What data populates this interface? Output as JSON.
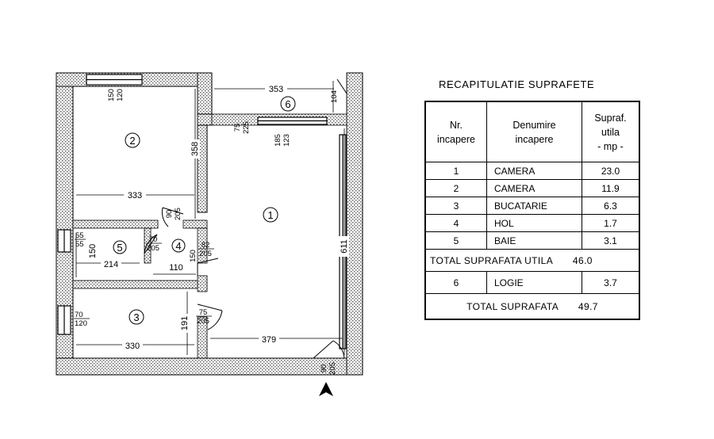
{
  "plan": {
    "dims": {
      "d353": "353",
      "d104": "104",
      "d75_225": [
        "75",
        "225"
      ],
      "d185_123": [
        "185",
        "123"
      ],
      "d150_120": [
        "150",
        "120"
      ],
      "d358": "358",
      "d333": "333",
      "d90_205_top": [
        "90",
        "205"
      ],
      "d611": "611",
      "d55_55": [
        "55",
        "55"
      ],
      "d150": "150",
      "d214": "214",
      "d70_205": [
        "70",
        "205"
      ],
      "d82_205": [
        "82",
        "205"
      ],
      "d110": "110",
      "d150_v": "150",
      "d70_120": [
        "70",
        "120"
      ],
      "d191": "191",
      "d75_205": [
        "75",
        "205"
      ],
      "d330": "330",
      "d379": "379",
      "d90_205_entry": [
        "90",
        "205"
      ]
    },
    "rooms": [
      "1",
      "2",
      "3",
      "4",
      "5",
      "6"
    ]
  },
  "summary": {
    "title": "RECAPITULATIE SUPRAFETE",
    "headers": {
      "nr": [
        "Nr.",
        "incapere"
      ],
      "name": [
        "Denumire",
        "incapere"
      ],
      "area": [
        "Supraf.",
        "utila",
        "- mp -"
      ]
    },
    "rows": [
      {
        "nr": "1",
        "name": "CAMERA",
        "area": "23.0"
      },
      {
        "nr": "2",
        "name": "CAMERA",
        "area": "11.9"
      },
      {
        "nr": "3",
        "name": "BUCATARIE",
        "area": "6.3"
      },
      {
        "nr": "4",
        "name": "HOL",
        "area": "1.7"
      },
      {
        "nr": "5",
        "name": "BAIE",
        "area": "3.1"
      }
    ],
    "total_utila_label": "TOTAL SUPRAFATA UTILA",
    "total_utila_value": "46.0",
    "logie_row": {
      "nr": "6",
      "name": "LOGIE",
      "area": "3.7"
    },
    "total_label": "TOTAL SUPRAFATA",
    "total_value": "49.7"
  }
}
